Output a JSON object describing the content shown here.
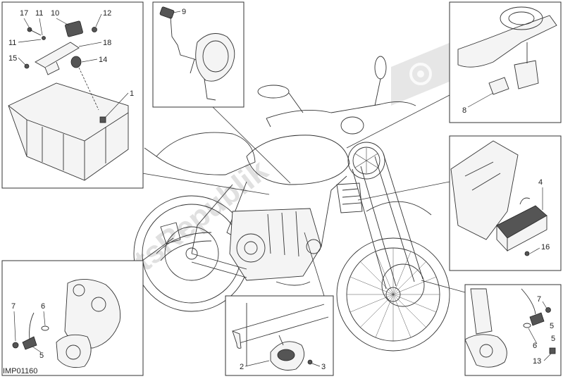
{
  "diagram": {
    "code": "IMP01160",
    "watermark": "PartsRepublik",
    "callouts": {
      "tl": [
        "17",
        "11",
        "10",
        "12",
        "11",
        "18",
        "15",
        "14",
        "1"
      ],
      "tc": [
        "9"
      ],
      "tr": [
        "8"
      ],
      "mr": [
        "4",
        "16"
      ],
      "bl": [
        "7",
        "6",
        "5"
      ],
      "bc": [
        "2",
        "3"
      ],
      "br": [
        "7",
        "5",
        "6",
        "5",
        "13"
      ]
    }
  },
  "colors": {
    "line": "#333333",
    "watermark": "#c8c8c8"
  }
}
